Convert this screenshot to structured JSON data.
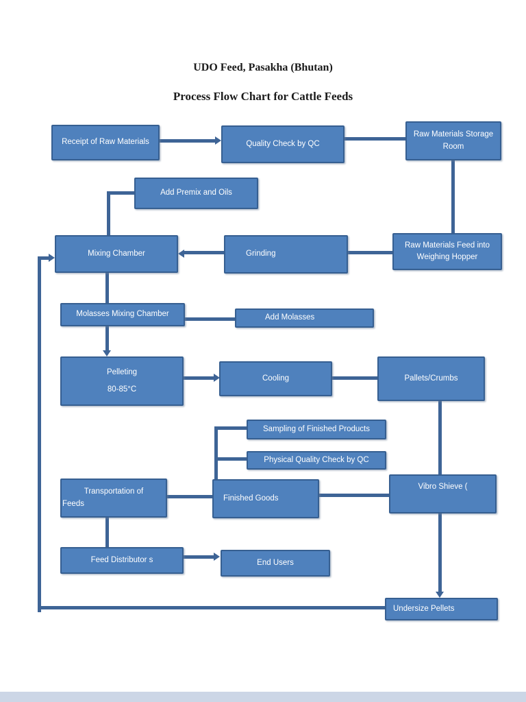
{
  "title": "UDO Feed, Pasakha (Bhutan)",
  "subtitle": "Process Flow Chart for Cattle Feeds",
  "colors": {
    "box-fill": "#4f81bd",
    "box-border": "#365f91",
    "box-text": "#ffffff",
    "line": "#3e6496"
  },
  "nodes": {
    "receipt": {
      "label": "Receipt of Raw Materials"
    },
    "quality_check": {
      "label": "Quality Check by QC"
    },
    "storage_room": {
      "label": "Raw Materials Storage Room"
    },
    "add_premix": {
      "label": "Add Premix and Oils"
    },
    "mixing_chamber": {
      "label": "Mixing Chamber"
    },
    "grinding": {
      "label": "Grinding"
    },
    "weighing_hopper": {
      "label": "Raw Materials Feed into Weighing Hopper"
    },
    "molasses_chamber": {
      "label": "Molasses Mixing Chamber"
    },
    "add_molasses": {
      "label": "Add Molasses"
    },
    "pelleting": {
      "line1": "Pelleting",
      "line2": "80-85°C"
    },
    "cooling": {
      "label": "Cooling"
    },
    "pallets_crumbs": {
      "label": "Pallets/Crumbs"
    },
    "sampling": {
      "label": "Sampling of Finished Products"
    },
    "physical_qc": {
      "label": "Physical Quality Check  by QC"
    },
    "transportation": {
      "line1": "Transportation of",
      "line2": "Feeds"
    },
    "finished_goods": {
      "label": "Finished Goods"
    },
    "vibro_shieve": {
      "label": "Vibro Shieve ("
    },
    "feed_distributors": {
      "label": "Feed Distributor s"
    },
    "end_users": {
      "label": "End Users"
    },
    "undersize_pellets": {
      "label": "Undersize Pellets"
    }
  }
}
